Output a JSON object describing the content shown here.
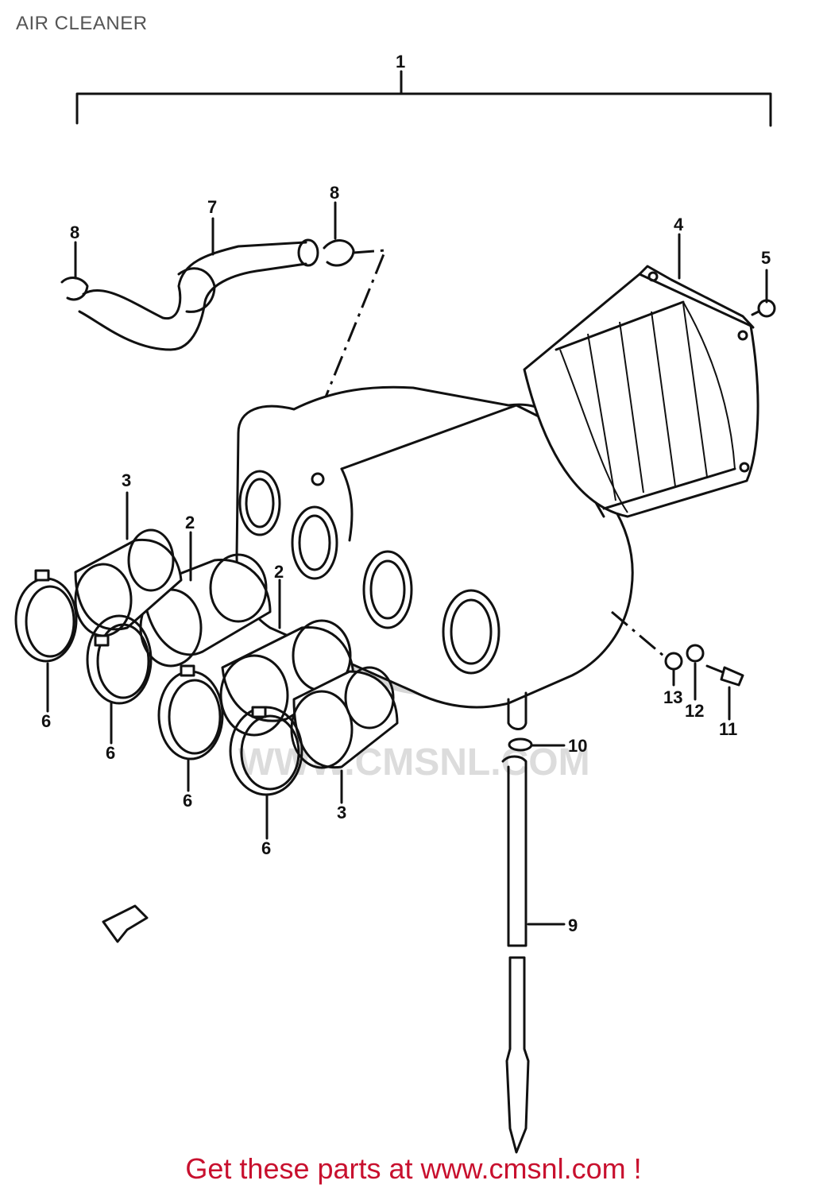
{
  "title": "AIR CLEANER",
  "footer": "Get these parts at www.cmsnl.com !",
  "watermark": "WWW.CMSNL.COM",
  "callouts": [
    "1",
    "2",
    "2",
    "3",
    "3",
    "4",
    "5",
    "6",
    "6",
    "6",
    "6",
    "7",
    "8",
    "8",
    "9",
    "10",
    "11",
    "12",
    "13"
  ],
  "colors": {
    "lines": "#111111",
    "footer": "#c8102e",
    "title": "#555555"
  }
}
